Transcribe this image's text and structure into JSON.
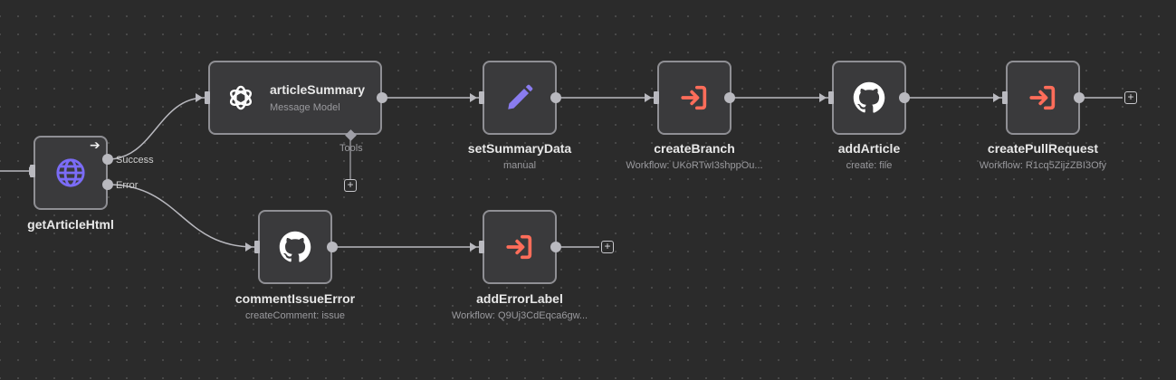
{
  "nodes": {
    "getArticleHtml": {
      "label": "getArticleHtml",
      "icon": "globe-icon",
      "outputs": {
        "success": "Success",
        "error": "Error"
      }
    },
    "articleSummary": {
      "label": "articleSummary",
      "subtitle": "Message Model",
      "icon": "openai-icon",
      "tools_label": "Tools"
    },
    "setSummaryData": {
      "label": "setSummaryData",
      "subtitle": "manual",
      "icon": "pencil-icon"
    },
    "createBranch": {
      "label": "createBranch",
      "subtitle": "Workflow: UKoRTwI3shppOu...",
      "icon": "execute-workflow-icon"
    },
    "addArticle": {
      "label": "addArticle",
      "subtitle": "create: file",
      "icon": "github-icon"
    },
    "createPullRequest": {
      "label": "createPullRequest",
      "subtitle": "Workflow: R1cq5ZijzZBI3Ofy",
      "icon": "execute-workflow-icon"
    },
    "commentIssueError": {
      "label": "commentIssueError",
      "subtitle": "createComment: issue",
      "icon": "github-icon"
    },
    "addErrorLabel": {
      "label": "addErrorLabel",
      "subtitle": "Workflow: Q9Uj3CdEqca6gw...",
      "icon": "execute-workflow-icon"
    }
  },
  "add_button_symbol": "+",
  "colors": {
    "background": "#2b2b2b",
    "node": "#3a3a3c",
    "globe": "#7b6cf6",
    "pencil": "#8a7cf0",
    "workflow": "#ff6d5a"
  }
}
